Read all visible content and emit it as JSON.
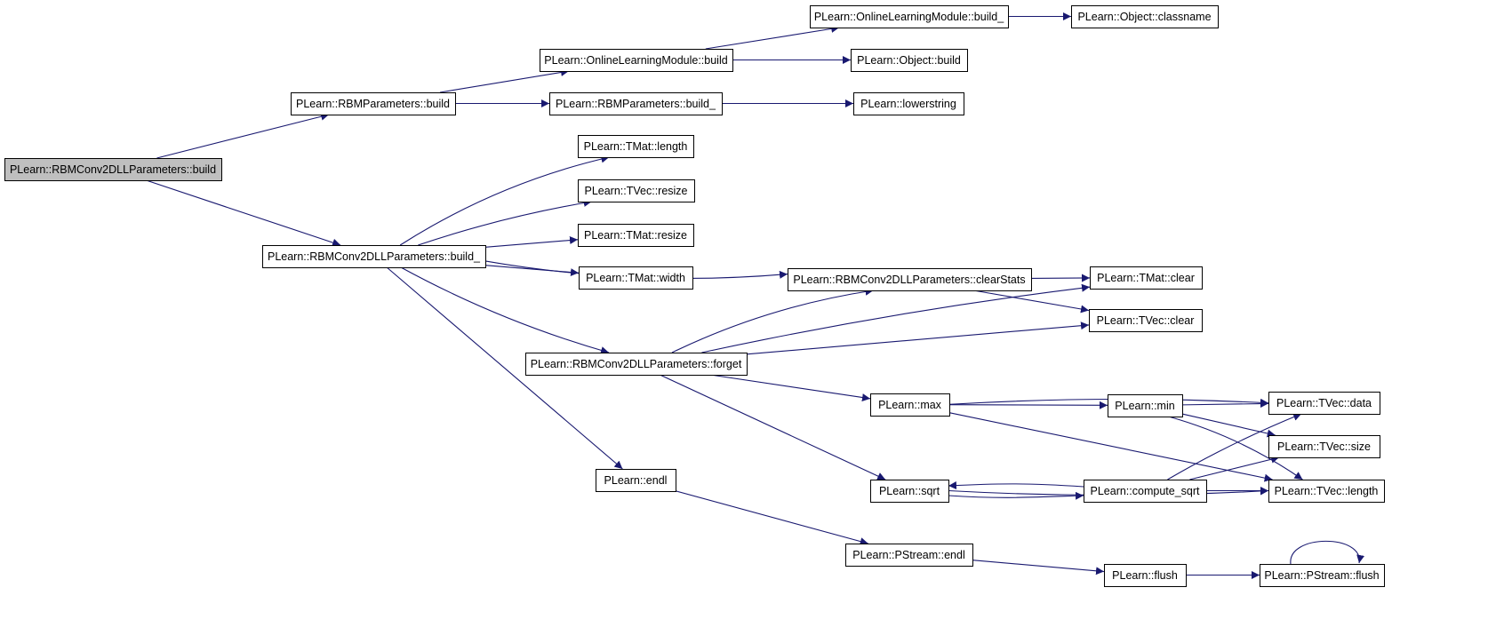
{
  "graph": {
    "colors": {
      "edge": "#191970",
      "root_fill": "#bfbfbf",
      "node_fill": "#ffffff",
      "border": "#000000"
    },
    "nodes": [
      {
        "id": "n_root",
        "label": "PLearn::RBMConv2DLLParameters::build",
        "root": true
      },
      {
        "id": "n_rbmp_build",
        "label": "PLearn::RBMParameters::build"
      },
      {
        "id": "n_olm_build",
        "label": "PLearn::OnlineLearningModule::build"
      },
      {
        "id": "n_olm_build_",
        "label": "PLearn::OnlineLearningModule::build_"
      },
      {
        "id": "n_obj_classname",
        "label": "PLearn::Object::classname"
      },
      {
        "id": "n_obj_build",
        "label": "PLearn::Object::build"
      },
      {
        "id": "n_rbmp_build_",
        "label": "PLearn::RBMParameters::build_"
      },
      {
        "id": "n_lowerstring",
        "label": "PLearn::lowerstring"
      },
      {
        "id": "n_conv_build_",
        "label": "PLearn::RBMConv2DLLParameters::build_"
      },
      {
        "id": "n_tmat_length",
        "label": "PLearn::TMat::length"
      },
      {
        "id": "n_tvec_resize",
        "label": "PLearn::TVec::resize"
      },
      {
        "id": "n_tmat_resize",
        "label": "PLearn::TMat::resize"
      },
      {
        "id": "n_tmat_width",
        "label": "PLearn::TMat::width"
      },
      {
        "id": "n_clearstats",
        "label": "PLearn::RBMConv2DLLParameters::clearStats"
      },
      {
        "id": "n_tmat_clear",
        "label": "PLearn::TMat::clear"
      },
      {
        "id": "n_tvec_clear",
        "label": "PLearn::TVec::clear"
      },
      {
        "id": "n_forget",
        "label": "PLearn::RBMConv2DLLParameters::forget"
      },
      {
        "id": "n_max",
        "label": "PLearn::max"
      },
      {
        "id": "n_min",
        "label": "PLearn::min"
      },
      {
        "id": "n_tvec_data",
        "label": "PLearn::TVec::data"
      },
      {
        "id": "n_tvec_size",
        "label": "PLearn::TVec::size"
      },
      {
        "id": "n_sqrt",
        "label": "PLearn::sqrt"
      },
      {
        "id": "n_compute_sqrt",
        "label": "PLearn::compute_sqrt"
      },
      {
        "id": "n_tvec_length",
        "label": "PLearn::TVec::length"
      },
      {
        "id": "n_endl",
        "label": "PLearn::endl"
      },
      {
        "id": "n_pstream_endl",
        "label": "PLearn::PStream::endl"
      },
      {
        "id": "n_flush",
        "label": "PLearn::flush"
      },
      {
        "id": "n_pstream_flush",
        "label": "PLearn::PStream::flush"
      }
    ],
    "edges": [
      {
        "from": "n_root",
        "to": "n_rbmp_build"
      },
      {
        "from": "n_root",
        "to": "n_conv_build_"
      },
      {
        "from": "n_rbmp_build",
        "to": "n_olm_build"
      },
      {
        "from": "n_rbmp_build",
        "to": "n_rbmp_build_"
      },
      {
        "from": "n_olm_build",
        "to": "n_olm_build_"
      },
      {
        "from": "n_olm_build",
        "to": "n_obj_build"
      },
      {
        "from": "n_olm_build_",
        "to": "n_obj_classname"
      },
      {
        "from": "n_rbmp_build_",
        "to": "n_lowerstring"
      },
      {
        "from": "n_conv_build_",
        "to": "n_tmat_length"
      },
      {
        "from": "n_conv_build_",
        "to": "n_tvec_resize"
      },
      {
        "from": "n_conv_build_",
        "to": "n_tmat_resize"
      },
      {
        "from": "n_conv_build_",
        "to": "n_tmat_width"
      },
      {
        "from": "n_conv_build_",
        "to": "n_clearstats"
      },
      {
        "from": "n_conv_build_",
        "to": "n_forget"
      },
      {
        "from": "n_conv_build_",
        "to": "n_endl"
      },
      {
        "from": "n_clearstats",
        "to": "n_tmat_clear"
      },
      {
        "from": "n_clearstats",
        "to": "n_tvec_clear"
      },
      {
        "from": "n_forget",
        "to": "n_clearstats"
      },
      {
        "from": "n_forget",
        "to": "n_tmat_clear"
      },
      {
        "from": "n_forget",
        "to": "n_tvec_clear"
      },
      {
        "from": "n_forget",
        "to": "n_max"
      },
      {
        "from": "n_forget",
        "to": "n_sqrt"
      },
      {
        "from": "n_max",
        "to": "n_min"
      },
      {
        "from": "n_max",
        "to": "n_tvec_data"
      },
      {
        "from": "n_max",
        "to": "n_tvec_length"
      },
      {
        "from": "n_min",
        "to": "n_tvec_data"
      },
      {
        "from": "n_min",
        "to": "n_tvec_size"
      },
      {
        "from": "n_min",
        "to": "n_tvec_length"
      },
      {
        "from": "n_sqrt",
        "to": "n_compute_sqrt"
      },
      {
        "from": "n_sqrt",
        "to": "n_tvec_length"
      },
      {
        "from": "n_compute_sqrt",
        "to": "n_sqrt"
      },
      {
        "from": "n_compute_sqrt",
        "to": "n_tvec_data"
      },
      {
        "from": "n_compute_sqrt",
        "to": "n_tvec_size"
      },
      {
        "from": "n_compute_sqrt",
        "to": "n_tvec_length"
      },
      {
        "from": "n_endl",
        "to": "n_pstream_endl"
      },
      {
        "from": "n_pstream_endl",
        "to": "n_flush"
      },
      {
        "from": "n_flush",
        "to": "n_pstream_flush"
      },
      {
        "from": "n_pstream_flush",
        "to": "n_pstream_flush"
      }
    ]
  }
}
